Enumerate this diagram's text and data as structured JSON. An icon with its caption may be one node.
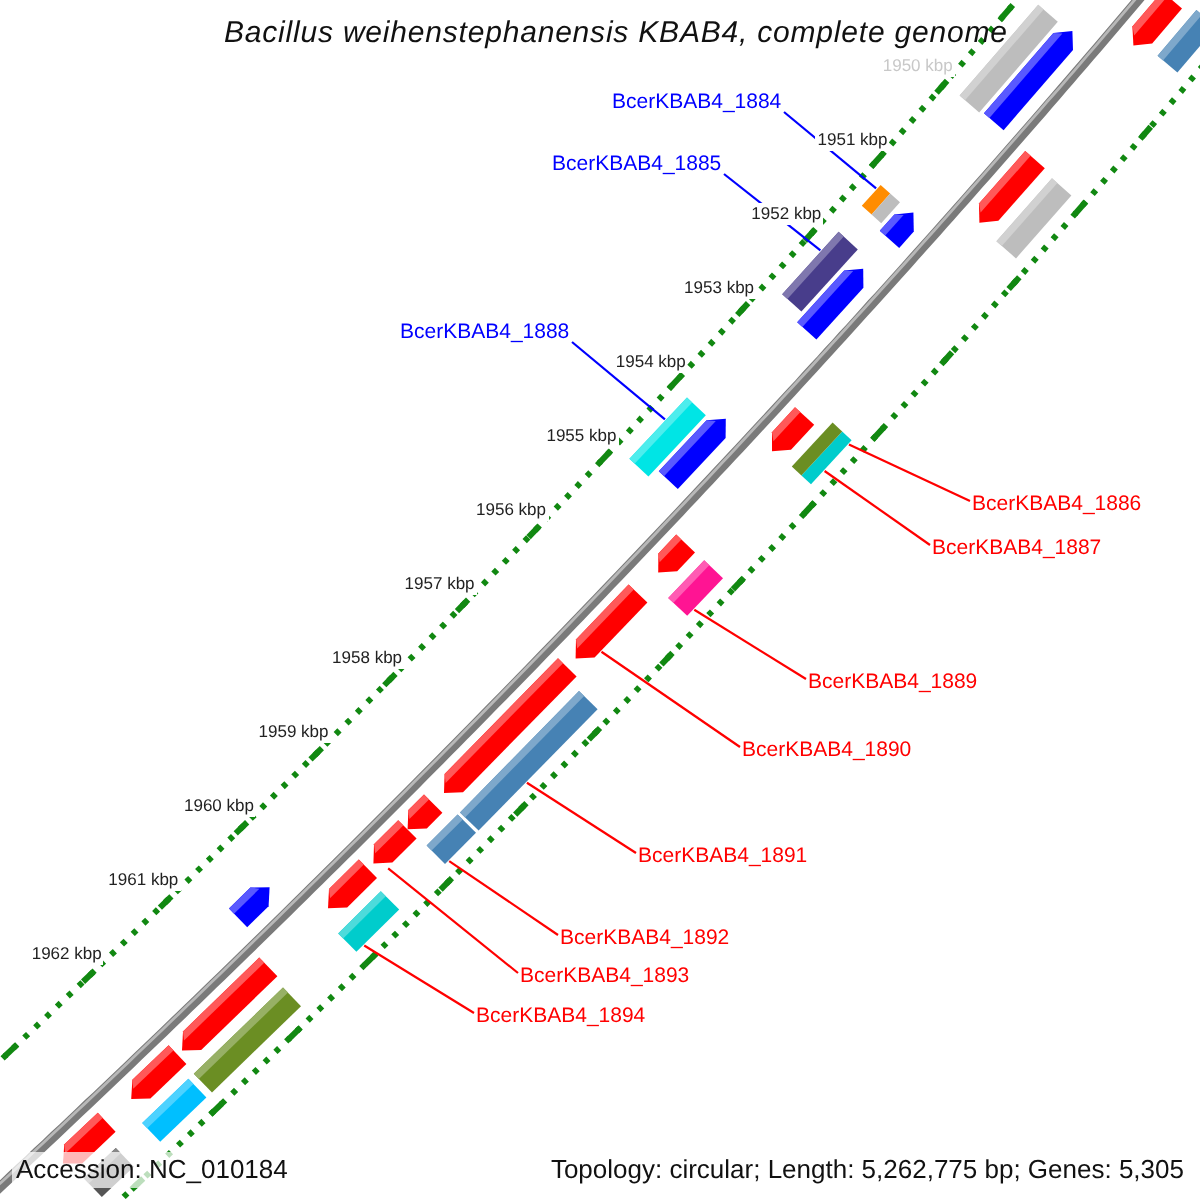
{
  "diagram": {
    "title": "Bacillus weihenstephanensis KBAB4, complete genome",
    "nodes": [
      {
        "text": [
          "BcerKBAB4_1884"
        ]
      },
      {
        "text": [
          "BcerKBAB4_1885"
        ]
      },
      {
        "text": [
          "BcerKBAB4_1888"
        ]
      },
      {
        "text": [
          "BcerKBAB4_1886"
        ]
      },
      {
        "text": [
          "BcerKBAB4_1887"
        ]
      },
      {
        "text": [
          "BcerKBAB4_1889"
        ]
      },
      {
        "text": [
          "BcerKBAB4_1890"
        ]
      },
      {
        "text": [
          "BcerKBAB4_1891"
        ]
      },
      {
        "text": [
          "BcerKBAB4_1892"
        ]
      },
      {
        "text": [
          "BcerKBAB4_1893"
        ]
      },
      {
        "text": [
          "BcerKBAB4_1894"
        ]
      },
      {
        "text": [],
        "shape": "arrow"
      },
      {
        "text": [],
        "shape": "bar"
      },
      {
        "text": [],
        "shape": "bar"
      },
      {
        "text": [],
        "shape": "arrow"
      },
      {
        "text": [],
        "shape": "arrow"
      },
      {
        "text": [],
        "shape": "bar"
      },
      {
        "text": [],
        "shape": "bar"
      },
      {
        "text": [],
        "shape": "arrow"
      },
      {
        "text": [],
        "shape": "bar"
      },
      {
        "text": [],
        "shape": "arrow"
      },
      {
        "text": [],
        "shape": "arrow"
      },
      {
        "text": [],
        "shape": "bar"
      },
      {
        "text": [],
        "shape": "arrow"
      },
      {
        "text": [],
        "shape": "bar"
      },
      {
        "text": [],
        "shape": "arrow"
      },
      {
        "text": [],
        "shape": "bar"
      },
      {
        "text": [],
        "shape": "arrow"
      },
      {
        "text": [],
        "shape": "arrow"
      },
      {
        "text": [],
        "shape": "bar"
      },
      {
        "text": [],
        "shape": "arrow"
      },
      {
        "text": [],
        "shape": "bar"
      },
      {
        "text": [],
        "shape": "arrow"
      },
      {
        "text": [],
        "shape": "arrow"
      },
      {
        "text": [],
        "shape": "arrow"
      },
      {
        "text": [],
        "shape": "bar"
      },
      {
        "text": [],
        "shape": "arrow"
      },
      {
        "text": [],
        "shape": "bar"
      },
      {
        "text": [],
        "shape": "arrow"
      },
      {
        "text": [],
        "shape": "bar"
      },
      {
        "text": [],
        "shape": "arrow"
      },
      {
        "text": [],
        "shape": "bar"
      }
    ],
    "edges": [
      {
        "from": 0,
        "to": 16,
        "arrow": "none",
        "color": "#0000ff"
      },
      {
        "from": 1,
        "to": 19,
        "arrow": "none",
        "color": "#0000ff"
      },
      {
        "from": 2,
        "to": 22,
        "arrow": "none",
        "color": "#0000ff"
      },
      {
        "from": 3,
        "to": 24,
        "arrow": "none"
      },
      {
        "from": 4,
        "to": 24,
        "arrow": "none"
      },
      {
        "from": 5,
        "to": 26,
        "arrow": "none"
      },
      {
        "from": 6,
        "to": 27,
        "arrow": "none"
      },
      {
        "from": 7,
        "to": 29,
        "arrow": "none"
      },
      {
        "from": 8,
        "to": 31,
        "arrow": "none"
      },
      {
        "from": 9,
        "to": 32,
        "arrow": "none"
      },
      {
        "from": 10,
        "to": 35,
        "arrow": "none"
      }
    ],
    "labels": [
      "1950 kbp",
      "1951 kbp",
      "1952 kbp",
      "1953 kbp",
      "1954 kbp",
      "1955 kbp",
      "1956 kbp",
      "1957 kbp",
      "1958 kbp",
      "1959 kbp",
      "1960 kbp",
      "1961 kbp",
      "1962 kbp",
      "Accession: NC_010184",
      "Topology: circular; Length: 5,262,775 bp; Genes: 5,305"
    ]
  }
}
